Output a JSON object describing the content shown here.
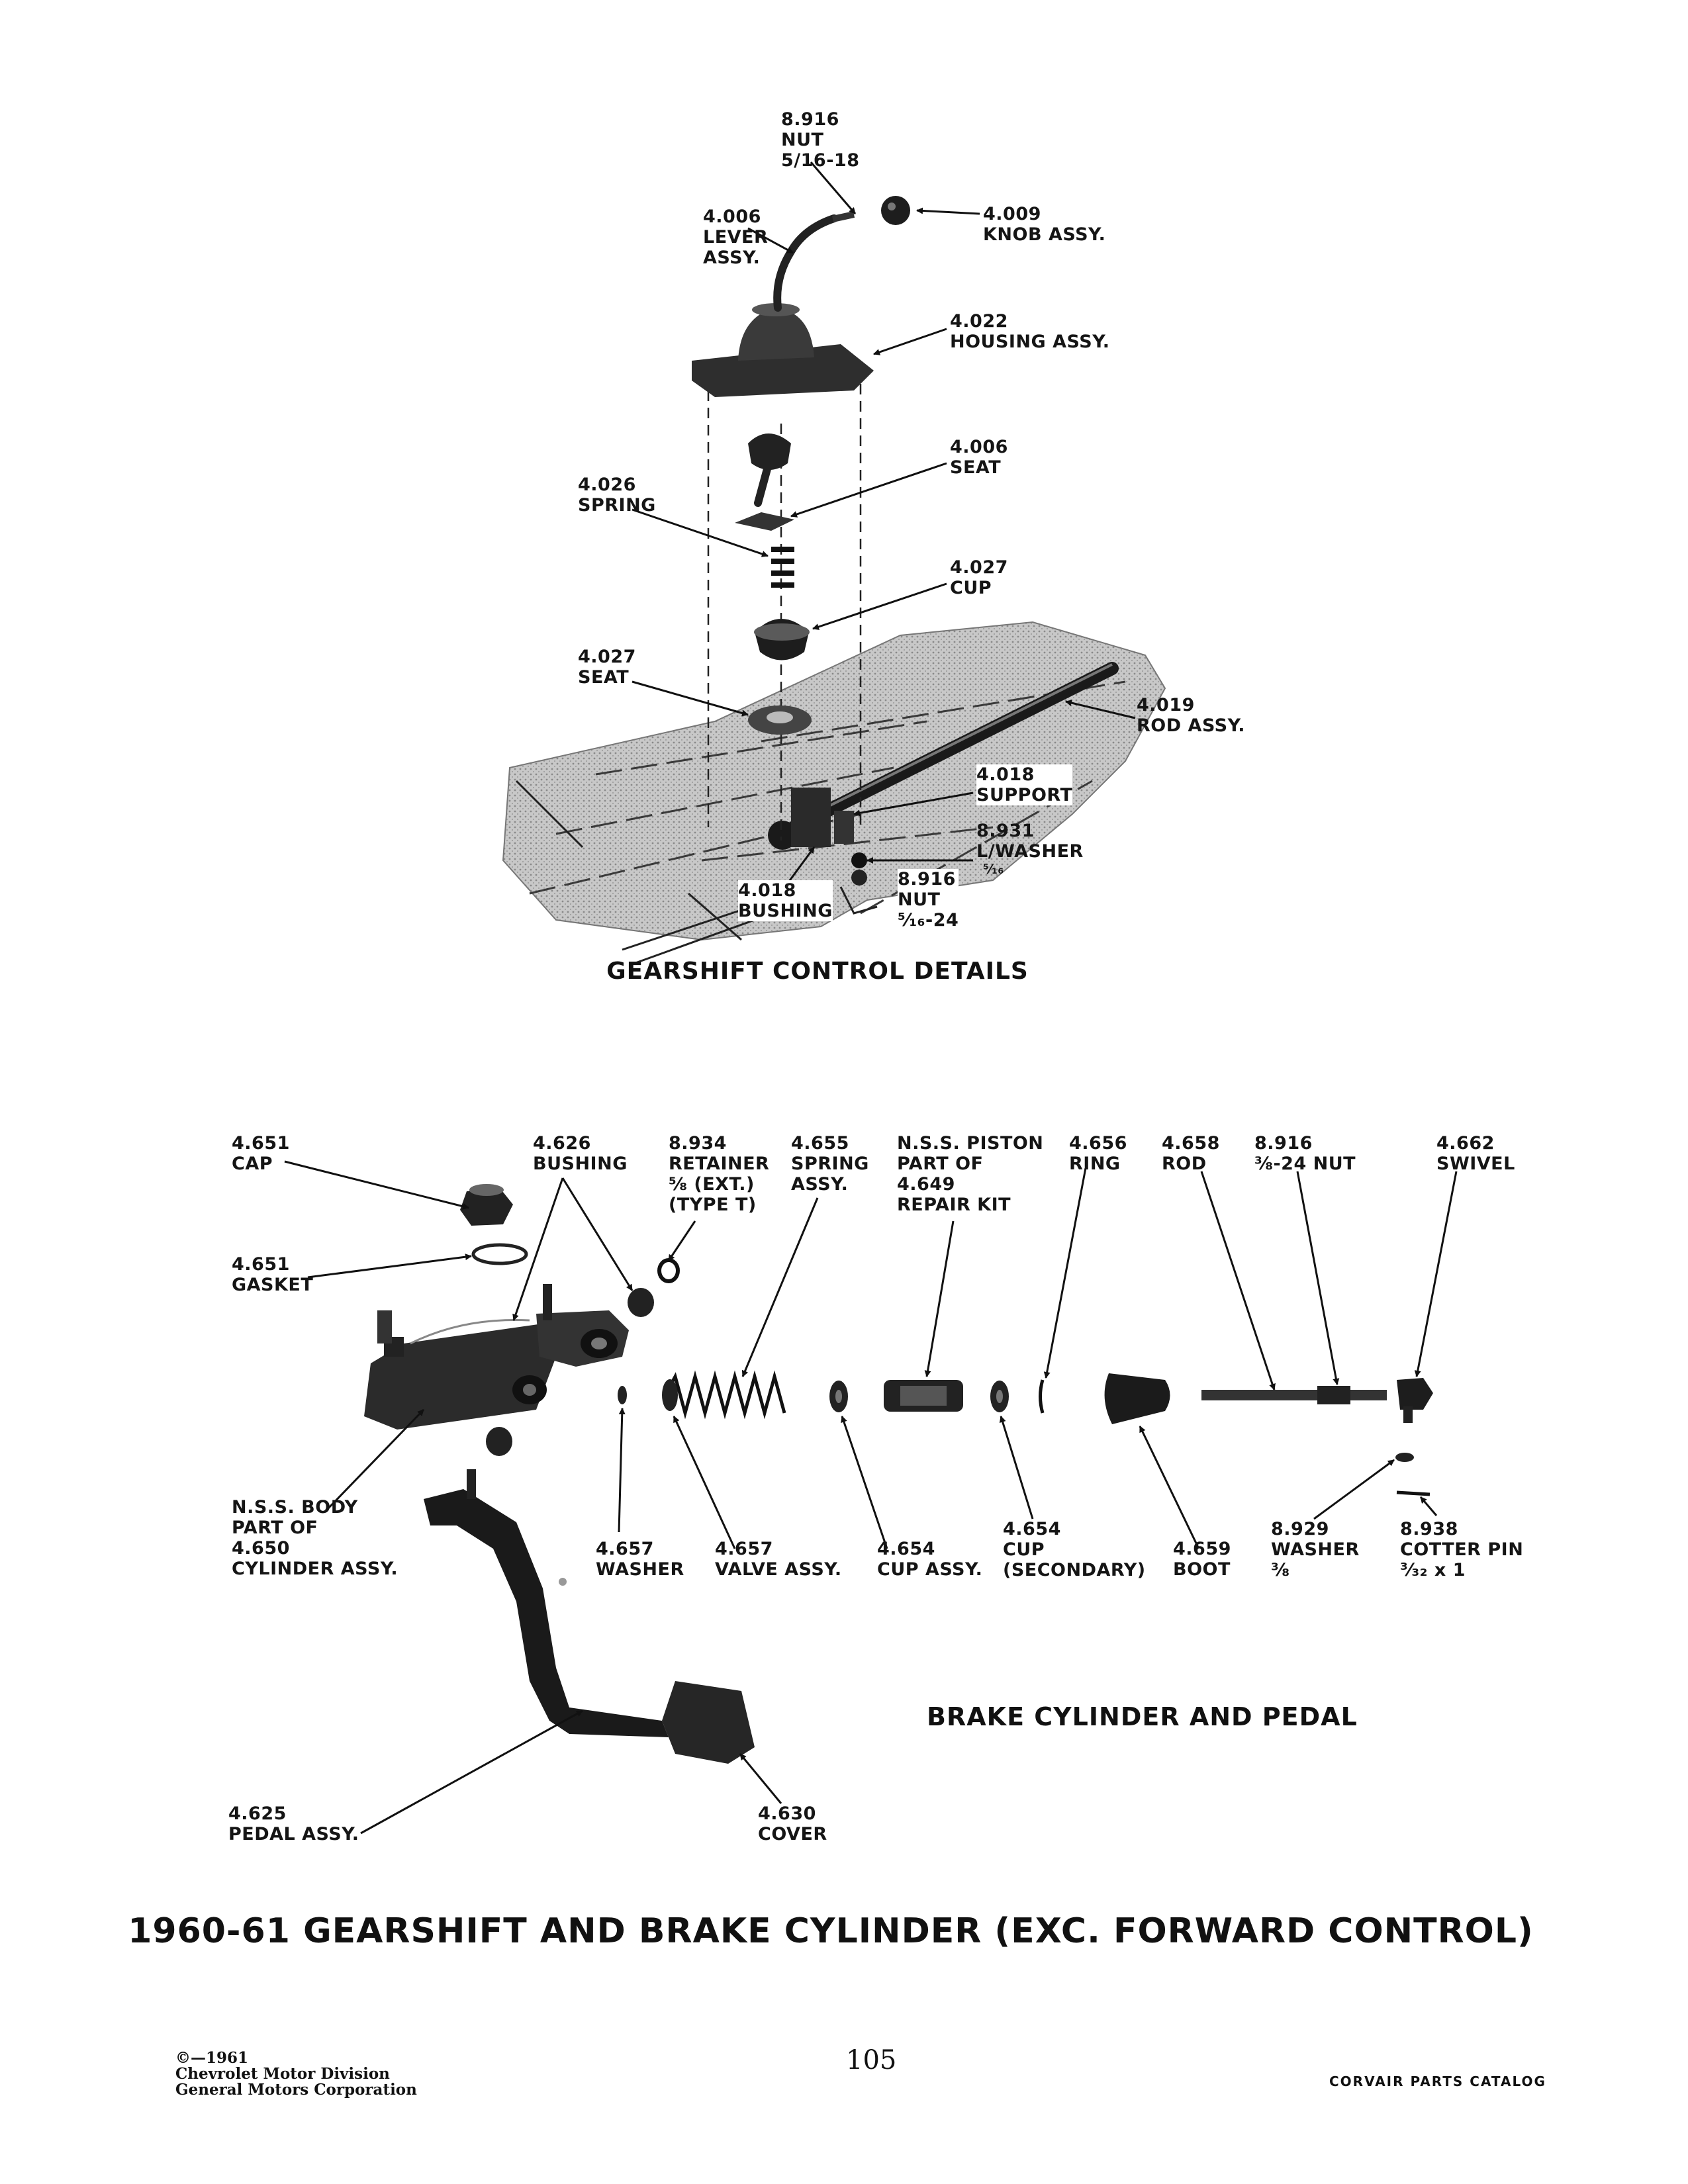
{
  "gearshift": {
    "caption": "GEARSHIFT CONTROL DETAILS",
    "callouts": {
      "nut_top": [
        "8.916",
        "NUT",
        "5/16-18"
      ],
      "lever": [
        "4.006",
        "LEVER",
        "ASSY."
      ],
      "knob": [
        "4.009",
        "KNOB ASSY."
      ],
      "housing": [
        "4.022",
        "HOUSING ASSY."
      ],
      "seat_upper": [
        "4.006",
        "SEAT"
      ],
      "spring": [
        "4.026",
        "SPRING"
      ],
      "cup": [
        "4.027",
        "CUP"
      ],
      "seat_lower": [
        "4.027",
        "SEAT"
      ],
      "rod": [
        "4.019",
        "ROD ASSY."
      ],
      "support": [
        "4.018",
        "SUPPORT"
      ],
      "lwasher": [
        "8.931",
        "L/WASHER",
        "⁵⁄₁₆"
      ],
      "bushing": [
        "4.018",
        "BUSHING"
      ],
      "nut_bottom": [
        "8.916",
        "NUT",
        "⁵⁄₁₆-24"
      ]
    }
  },
  "brake": {
    "caption": "BRAKE CYLINDER AND PEDAL",
    "callouts": {
      "cap": [
        "4.651",
        "CAP"
      ],
      "bushing": [
        "4.626",
        "BUSHING"
      ],
      "retainer": [
        "8.934",
        "RETAINER",
        "⅝ (EXT.)",
        "(TYPE T)"
      ],
      "spring": [
        "4.655",
        "SPRING",
        "ASSY."
      ],
      "piston": [
        "N.S.S. PISTON",
        "PART OF",
        "4.649",
        "REPAIR KIT"
      ],
      "ring": [
        "4.656",
        "RING"
      ],
      "rod": [
        "4.658",
        "ROD"
      ],
      "nut": [
        "8.916",
        "⅜-24 NUT"
      ],
      "swivel": [
        "4.662",
        "SWIVEL"
      ],
      "gasket": [
        "4.651",
        "GASKET"
      ],
      "body": [
        "N.S.S. BODY",
        "PART OF",
        "4.650",
        "CYLINDER ASSY."
      ],
      "washer": [
        "4.657",
        "WASHER"
      ],
      "valve": [
        "4.657",
        "VALVE ASSY."
      ],
      "cup_assy": [
        "4.654",
        "CUP ASSY."
      ],
      "cup_secondary": [
        "4.654",
        "CUP",
        "(SECONDARY)"
      ],
      "boot": [
        "4.659",
        "BOOT"
      ],
      "washer2": [
        "8.929",
        "WASHER",
        "⅜"
      ],
      "cotter": [
        "8.938",
        "COTTER PIN",
        "³⁄₃₂ x 1"
      ],
      "pedal": [
        "4.625",
        "PEDAL ASSY."
      ],
      "cover": [
        "4.630",
        "COVER"
      ]
    }
  },
  "page_title": "1960-61 GEARSHIFT AND BRAKE CYLINDER (EXC. FORWARD CONTROL)",
  "footer": {
    "copyright": [
      "©—1961",
      "Chevrolet Motor Division",
      "General Motors Corporation"
    ],
    "page_number": "105",
    "catalog": "CORVAIR PARTS CATALOG"
  }
}
